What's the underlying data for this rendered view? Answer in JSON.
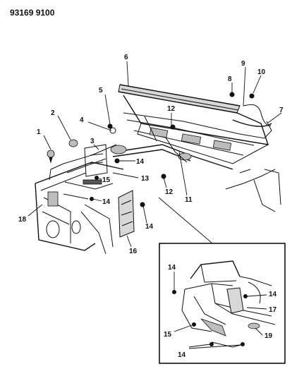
{
  "header": {
    "part_code": "93169 9100"
  },
  "callouts": [
    {
      "id": "c1",
      "label": "1"
    },
    {
      "id": "c2",
      "label": "2"
    },
    {
      "id": "c3",
      "label": "3"
    },
    {
      "id": "c4",
      "label": "4"
    },
    {
      "id": "c5",
      "label": "5"
    },
    {
      "id": "c6",
      "label": "6"
    },
    {
      "id": "c7",
      "label": "7"
    },
    {
      "id": "c8",
      "label": "8"
    },
    {
      "id": "c9",
      "label": "9"
    },
    {
      "id": "c10",
      "label": "10"
    },
    {
      "id": "c11",
      "label": "11"
    },
    {
      "id": "c12a",
      "label": "12"
    },
    {
      "id": "c12b",
      "label": "12"
    },
    {
      "id": "c13",
      "label": "13"
    },
    {
      "id": "c14a",
      "label": "14"
    },
    {
      "id": "c14b",
      "label": "14"
    },
    {
      "id": "c14c",
      "label": "14"
    },
    {
      "id": "c15",
      "label": "15"
    },
    {
      "id": "c16",
      "label": "16"
    },
    {
      "id": "c18",
      "label": "18"
    }
  ],
  "inset_callouts": [
    {
      "id": "i14a",
      "label": "14"
    },
    {
      "id": "i14b",
      "label": "14"
    },
    {
      "id": "i17",
      "label": "17"
    },
    {
      "id": "i15",
      "label": "15"
    },
    {
      "id": "i19",
      "label": "19"
    },
    {
      "id": "i14c",
      "label": "14"
    }
  ]
}
